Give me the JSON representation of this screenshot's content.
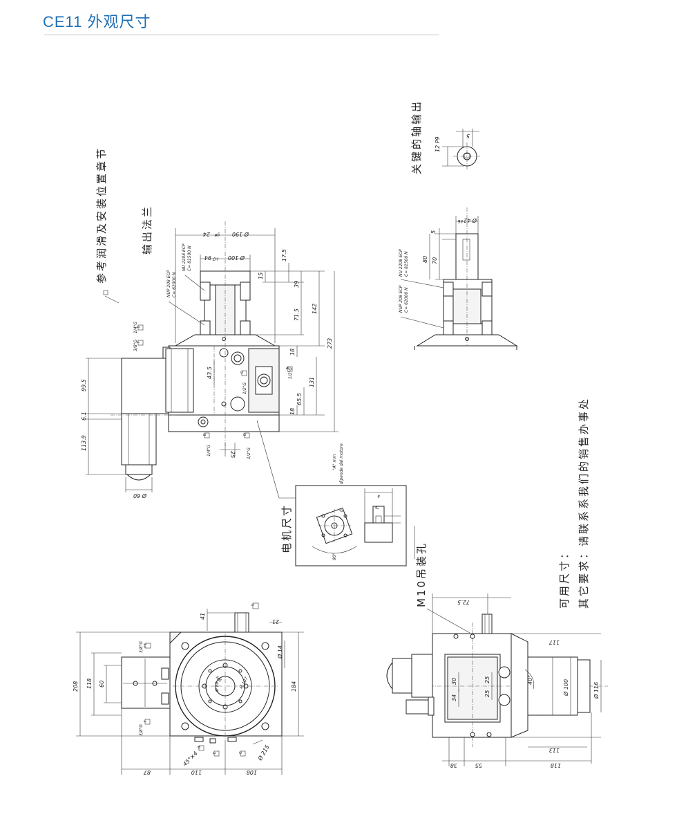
{
  "title": "CE11 外观尺寸",
  "labels": {
    "lubrication": "参考润滑及安装位置章节",
    "output_flange": "输出法兰",
    "keyed_shaft": "关键的轴输出",
    "motor_dims": "电机尺寸",
    "m10_hole": "M10吊装孔",
    "available_dims": "可用尺寸：",
    "other_req": "其它要求：请联系系我们的销售办事处",
    "depends_motor": "dipende dal motore",
    "a_mm": "\"A\" mm"
  },
  "bearings": {
    "side_a1": "NUP 208 ECP",
    "side_a2": "C= 62000 N",
    "side_b1": "NU 2208 ECP",
    "side_b2": "C= 81500 N"
  },
  "dims_side": {
    "d190": "Ø 190",
    "g6": "g6",
    "n_h": "24",
    "d100": "Ø 100",
    "h7a": "H7",
    "n_94": "94",
    "d17_5": "17.5",
    "d15": "15",
    "d39": "39",
    "d71_5": "71.5",
    "d142": "142",
    "d273": "273",
    "d18a": "18",
    "d131": "131",
    "d65_5": "65.5",
    "d18b": "18",
    "d43_5": "43.5",
    "d99_5": "99.5",
    "d6_1": "6.1",
    "d113_9": "113.9",
    "d60": "Ø 60",
    "d25": "25",
    "p38a": "3/8\"G",
    "p14a": "1/4\"G",
    "p12a": "1/2\"G",
    "p12b": "1/2\"G",
    "p14b": "1/4\"G",
    "p12c": "1/2\"G",
    "box_f": "F",
    "box_e": "E",
    "box_c": "C",
    "box_a": "A",
    "box_b": "B",
    "box_d": "D"
  },
  "dims_keyed": {
    "d42": "Ø 42",
    "k6": "k6",
    "d5": "5",
    "d70": "70",
    "d80": "80",
    "n12": "12 P9",
    "n5": "5"
  },
  "dims_motor": {
    "a": "a",
    "b": "b",
    "p": "P",
    "deg90": "90°"
  },
  "dims_bottom": {
    "d41": "41",
    "d5": "5",
    "d21": "21",
    "d14": "Ø 14",
    "d184": "184",
    "d208": "208",
    "d118": "118",
    "d60": "60",
    "d87": "87",
    "d110": "110",
    "d108": "108",
    "d215": "Ø 215",
    "d45": "45°×4",
    "p38a": "3/8\"G",
    "p38b": "3/8\"G",
    "box_f1": "F1",
    "box_f": "F",
    "box_b": "B",
    "box_e": "E",
    "box_c": "C",
    "m6": "M6",
    "d80": "Ø 80",
    "d107": "Ø 107"
  },
  "dims_right": {
    "d72_5": "72.5",
    "d117": "117",
    "d113": "113",
    "d118": "118",
    "d100": "Ø 100",
    "d116": "Ø 116",
    "d40": "40°",
    "d30": "30",
    "d25": "25",
    "d34": "34",
    "d25b": "25",
    "d38": "38",
    "d55": "55"
  }
}
